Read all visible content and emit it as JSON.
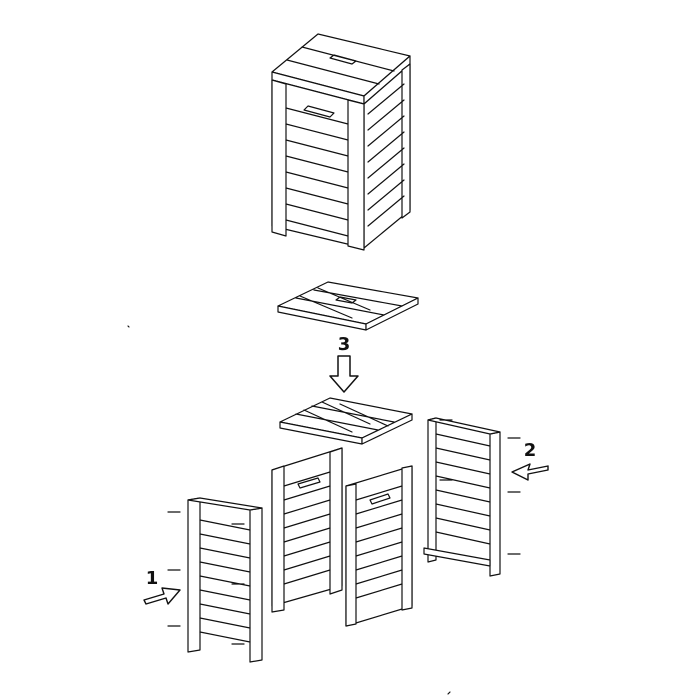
{
  "diagram": {
    "steps": [
      {
        "number": "1",
        "direction": "right"
      },
      {
        "number": "2",
        "direction": "left"
      },
      {
        "number": "3",
        "direction": "down"
      }
    ],
    "colors": {
      "ink": "#111111",
      "paper": "#ffffff"
    }
  }
}
